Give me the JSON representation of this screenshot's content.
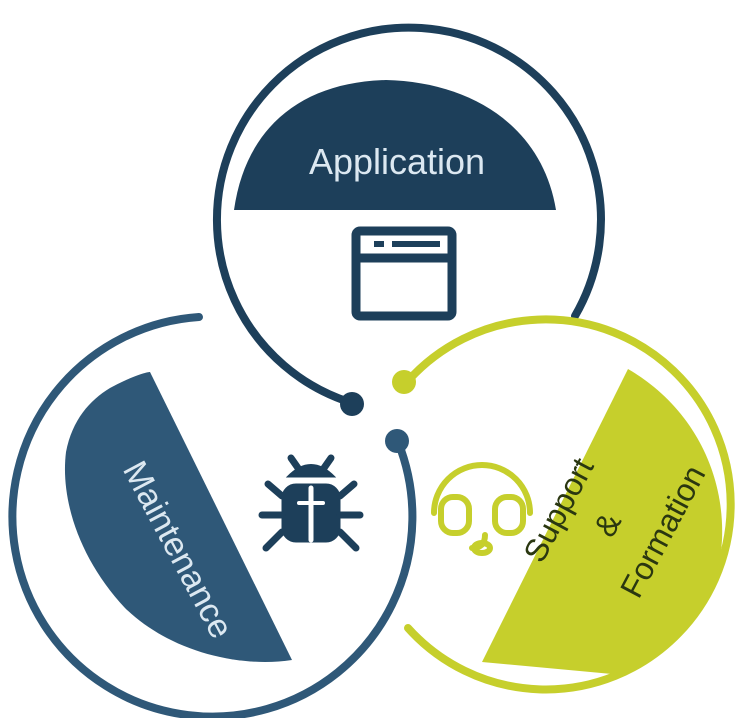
{
  "segments": {
    "application": {
      "label": "Application",
      "icon": "browser-window-icon",
      "color": "#1d3f5a"
    },
    "maintenance": {
      "label": "Maintenance",
      "icon": "bug-icon",
      "color": "#2f5878"
    },
    "support": {
      "label_line1": "Support",
      "label_line2": "&",
      "label_line3": "Formation",
      "icon": "headset-icon",
      "color": "#c6cf2c"
    }
  },
  "colors": {
    "ring_dark": "#1d3f5a",
    "ring_blue": "#2f5878",
    "ring_lime": "#c6cf2c",
    "background": "#ffffff",
    "label_on_dark": "#dce8f1",
    "label_on_lime": "#2a3710"
  }
}
